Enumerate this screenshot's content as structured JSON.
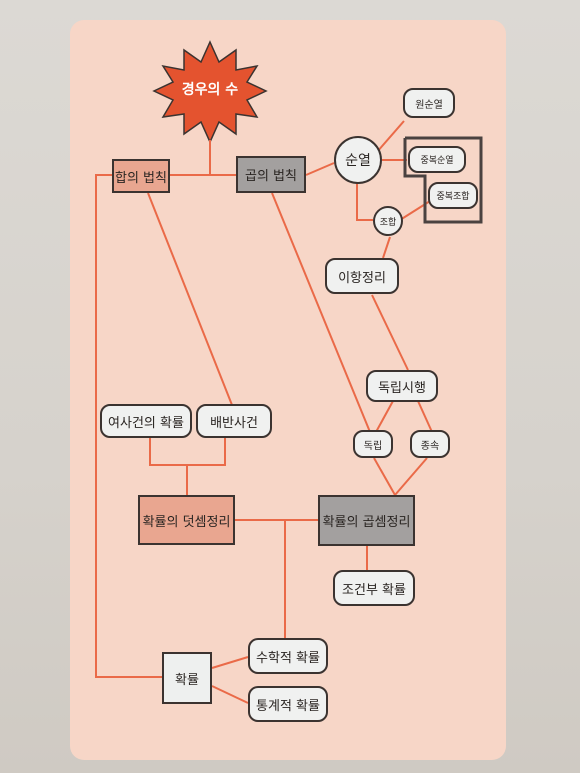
{
  "diagram": {
    "nodes": {
      "counting": "경우의 수",
      "sum_rule": "합의 법칙",
      "product_rule": "곱의 법칙",
      "permutation": "순열",
      "circular_permutation": "원순열",
      "repeated_permutation": "중복순열",
      "repeated_combination": "중복조합",
      "combination": "조합",
      "binomial_theorem": "이항정리",
      "independent_trials": "독립시행",
      "independent": "독립",
      "dependent": "종속",
      "complement_event": "여사건의 확률",
      "exclusive_events": "배반사건",
      "addition_theorem": "확률의 덧셈정리",
      "multiplication_theorem": "확률의 곱셈정리",
      "conditional_probability": "조건부 확률",
      "probability": "확률",
      "mathematical_probability": "수학적 확률",
      "statistical_probability": "통계적 확률"
    },
    "colors": {
      "panel": "#f7d6c7",
      "burst": "#e4532f",
      "salmon_box": "#e9a690",
      "gray_box": "#a3a09f",
      "line": "#ea6a48"
    }
  }
}
